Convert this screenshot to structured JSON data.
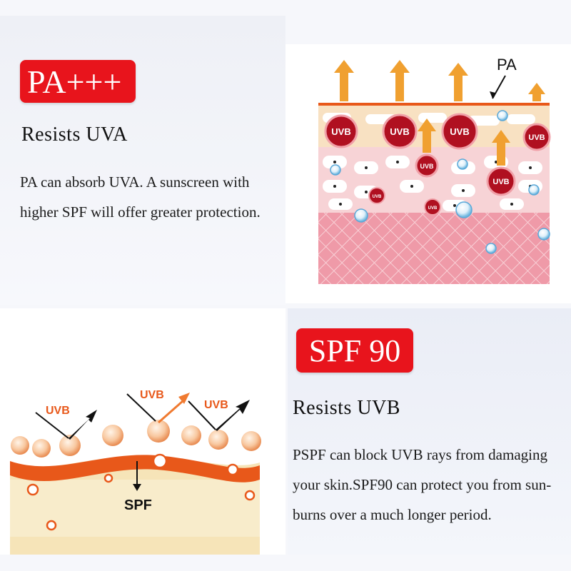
{
  "pa_section": {
    "badge": "PA+++",
    "heading": "Resists  UVA",
    "line1": "PA can absorb UVA. A sunscreen with",
    "line2": "higher SPF will offer greater protection.",
    "diagram_label": "PA",
    "ray_label": "UVB"
  },
  "spf_section": {
    "badge": "SPF 90",
    "heading": "Resists  UVB",
    "line1": "PSPF can block UVB rays from damaging",
    "line2": "your skin.SPF90 can protect you from sun-",
    "line3": "burns over a much longer period.",
    "diagram_label": "SPF",
    "ray_label": "UVB"
  },
  "colors": {
    "badge_red": "#e8141c",
    "arrow_orange": "#f0a030",
    "uvb_dark_red": "#b01020",
    "skin_pink": "#f6c6cc",
    "shield_orange": "#e8581a",
    "droplet_blue": "#8cc8e8"
  }
}
